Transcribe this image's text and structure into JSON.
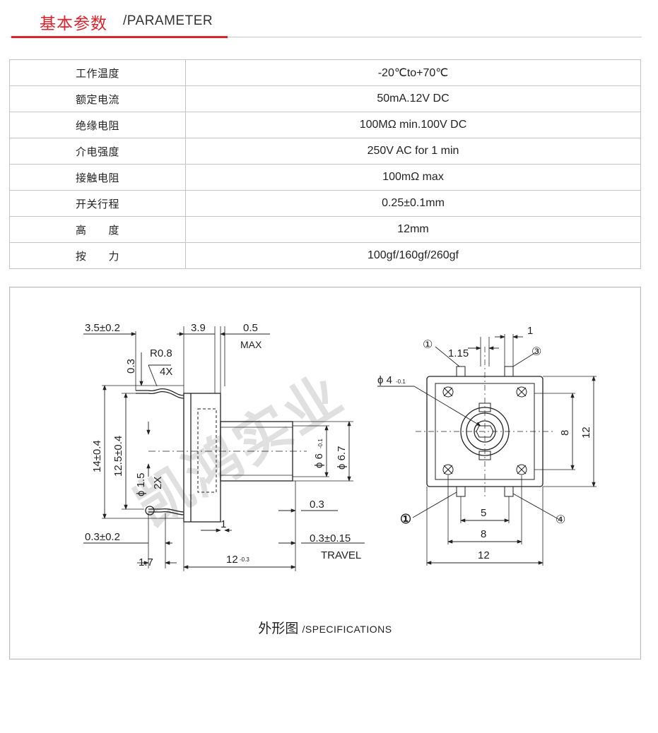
{
  "header": {
    "title_cn": "基本参数",
    "title_en": "/PARAMETER"
  },
  "params": [
    {
      "label": "工作温度",
      "value": "-20℃to+70℃"
    },
    {
      "label": "额定电流",
      "value": "50mA.12V DC"
    },
    {
      "label": "绝缘电阻",
      "value": "100MΩ min.100V DC"
    },
    {
      "label": "介电强度",
      "value": "250V AC for 1 min"
    },
    {
      "label": "接触电阻",
      "value": "100mΩ max"
    },
    {
      "label": "开关行程",
      "value": "0.25±0.1mm"
    },
    {
      "label": "高　　度",
      "value": "12mm"
    },
    {
      "label": "按　　力",
      "value": "100gf/160gf/260gf"
    }
  ],
  "drawing": {
    "side_dims": {
      "top_left": "3.5±0.2",
      "top_mid": "3.9",
      "top_right": "0.5",
      "max": "MAX",
      "radius": "R0.8",
      "four_x": "4X",
      "small_03": "0.3",
      "height_14": "14±0.4",
      "height_125": "12.5±0.4",
      "phi15": "ϕ 1.5",
      "two_x": "2X",
      "phi6": "ϕ 6",
      "phi6_tol": "-0.1",
      "phi67": "ϕ 6.7",
      "dim_03_right": "0.3",
      "dim_1": "1",
      "dim_03_02": "0.3±0.2",
      "dim_17": "1.7",
      "dim_12": "12",
      "dim_12_tol": "-0.3",
      "travel_val": "0.3±0.15",
      "travel": "TRAVEL"
    },
    "top_dims": {
      "pin1": "①",
      "pin1b": "①",
      "pin3": "③",
      "pin4": "④",
      "dim_1": "1",
      "dim_115": "1.15",
      "phi4": "ϕ 4",
      "phi4_tol": "-0.1",
      "dim_8_v": "8",
      "dim_12_v": "12",
      "dim_5": "5",
      "dim_8_h": "8",
      "dim_12_h": "12"
    },
    "watermark": "凯鸿实业"
  },
  "caption": {
    "cn": "外形图",
    "en": "/SPECIFICATIONS"
  }
}
